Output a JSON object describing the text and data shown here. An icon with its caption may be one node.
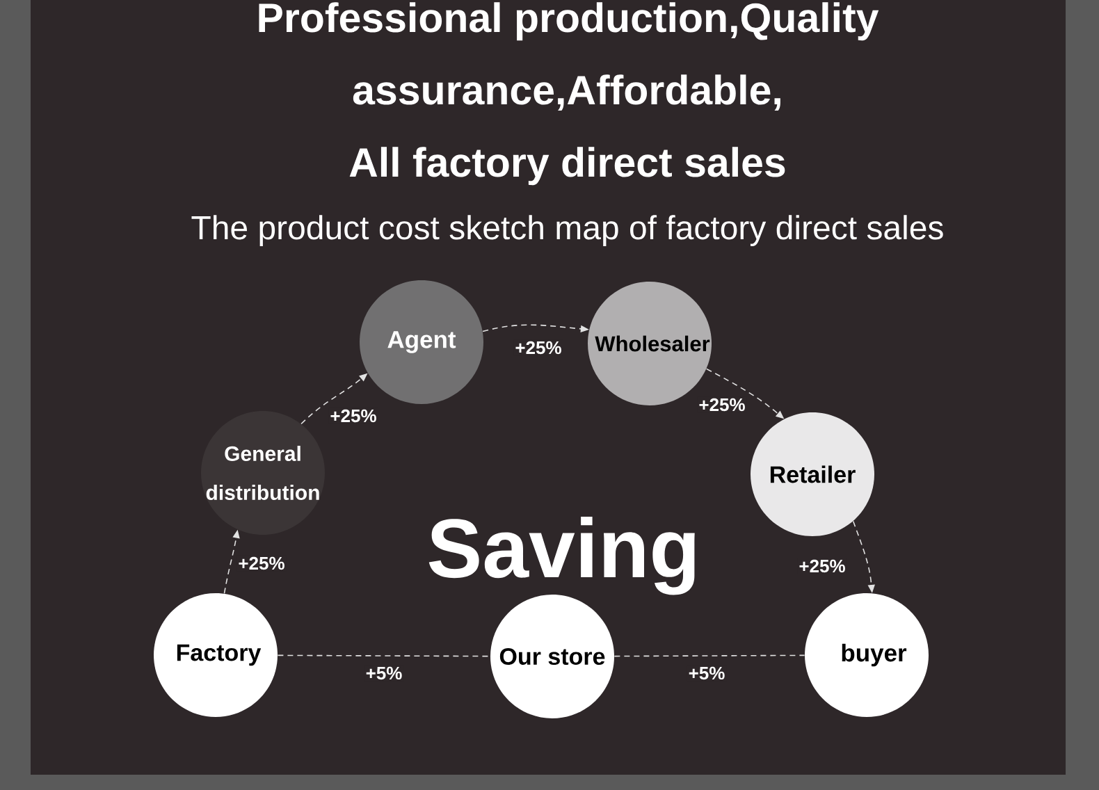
{
  "diagram": {
    "title": "Professional production,Quality assurance,Affordable, All factory direct sales",
    "nodes": [
      {
        "text": [
          "Factory"
        ]
      },
      {
        "text": [
          "General distribution"
        ]
      },
      {
        "text": [
          "Agent"
        ]
      },
      {
        "text": [
          "Wholesaler"
        ]
      },
      {
        "text": [
          "Retailer"
        ]
      },
      {
        "text": [
          "buyer"
        ]
      },
      {
        "text": [
          "Our store"
        ]
      }
    ],
    "edges": [
      {
        "from": 0,
        "to": 1,
        "arrow": "to",
        "label": "+25%",
        "style": "dashed"
      },
      {
        "from": 1,
        "to": 2,
        "arrow": "to",
        "label": "+25%",
        "style": "dashed"
      },
      {
        "from": 2,
        "to": 3,
        "arrow": "to",
        "label": "+25%",
        "style": "dashed"
      },
      {
        "from": 3,
        "to": 4,
        "arrow": "to",
        "label": "+25%",
        "style": "dashed"
      },
      {
        "from": 4,
        "to": 5,
        "arrow": "to",
        "label": "+25%",
        "style": "dashed"
      },
      {
        "from": 0,
        "to": 6,
        "arrow": "none",
        "label": "+5%",
        "style": "dashed"
      },
      {
        "from": 6,
        "to": 5,
        "arrow": "none",
        "label": "+5%",
        "style": "dashed"
      }
    ],
    "labels": [
      "The product cost sketch map of factory direct sales",
      "Saving"
    ]
  }
}
